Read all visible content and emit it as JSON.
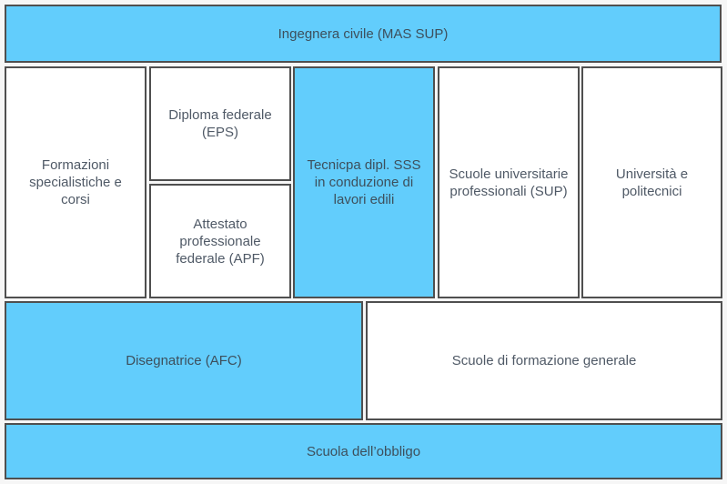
{
  "boxes": {
    "top": "Ingegnera civile (MAS SUP)",
    "formazioni": "Formazioni specialistiche e corsi",
    "diploma": "Diploma federale (EPS)",
    "attestato": "Attestato professionale federale (APF)",
    "tecnica": "Tecnicpa dipl. SSS in conduzione di lavori edili",
    "sup": "Scuole universitarie professionali (SUP)",
    "universita": "Università e politecnici",
    "disegnatrice": "Disegnatrice (AFC)",
    "formazione_generale": "Scuole di formazione generale",
    "obbligo": "Scuola dell’obbligo"
  },
  "colors": {
    "highlight": "#62cdfc",
    "default": "#ffffff",
    "border": "#4f4f4f"
  }
}
